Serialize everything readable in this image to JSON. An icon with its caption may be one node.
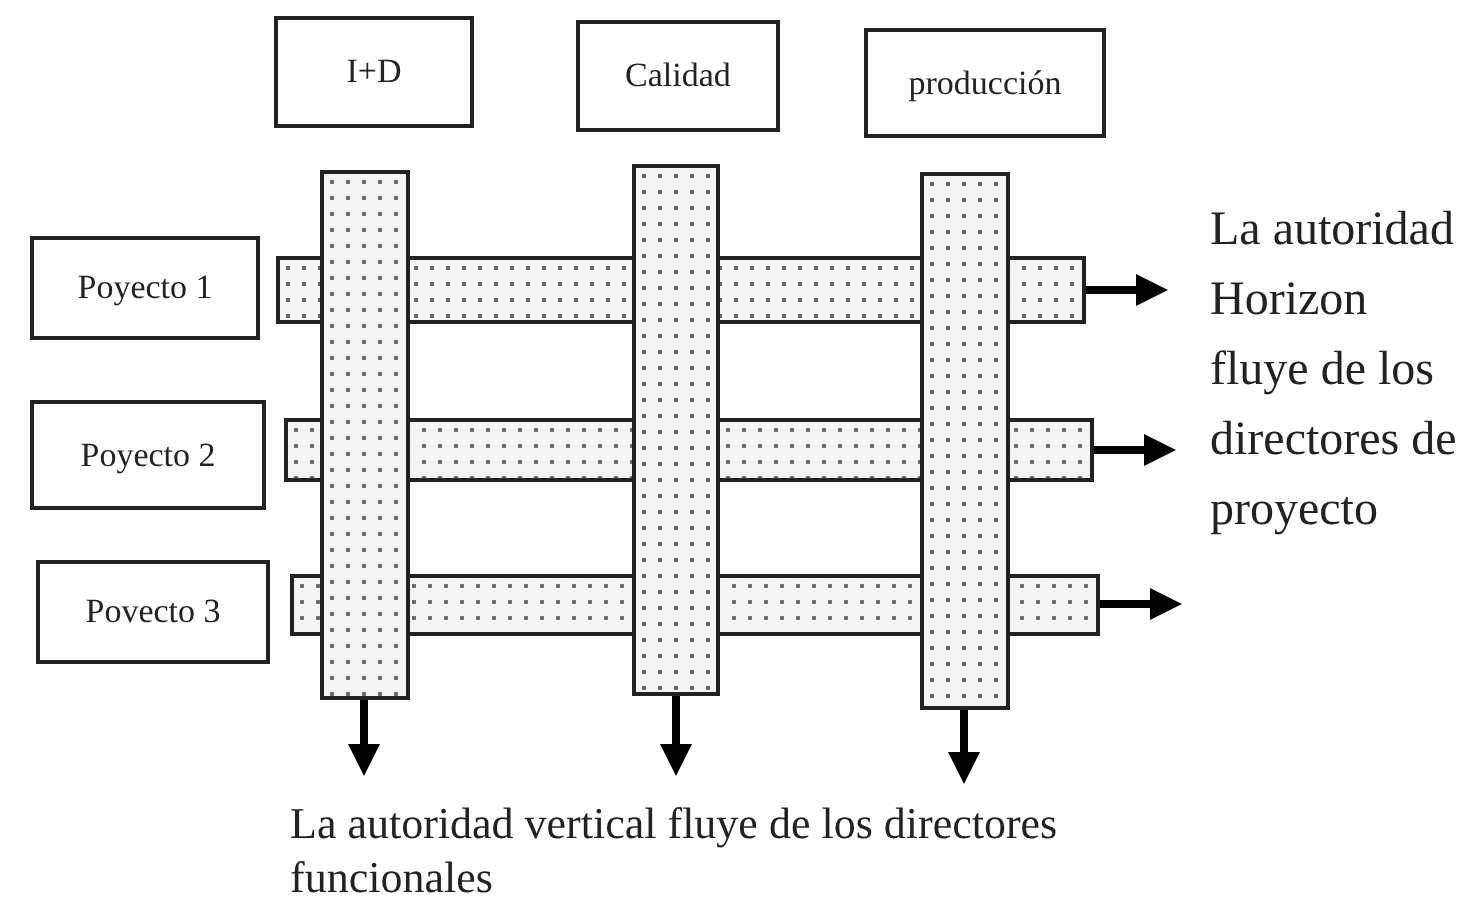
{
  "diagram": {
    "nodes": [
      {
        "text": [
          "I+D"
        ]
      },
      {
        "text": [
          "Calidad"
        ]
      },
      {
        "text": [
          "producción"
        ]
      },
      {
        "text": [
          "Poyecto 1"
        ]
      },
      {
        "text": [
          "Poyecto 2"
        ]
      },
      {
        "text": [
          "Povecto 3"
        ]
      },
      {
        "text": [],
        "shape": "bar"
      },
      {
        "text": [],
        "shape": "bar"
      },
      {
        "text": [],
        "shape": "bar"
      },
      {
        "text": [],
        "shape": "bar"
      },
      {
        "text": [],
        "shape": "bar"
      },
      {
        "text": [],
        "shape": "bar"
      }
    ],
    "edges": [
      {
        "from": 9,
        "to": null,
        "arrow": "to"
      },
      {
        "from": 10,
        "to": null,
        "arrow": "to"
      },
      {
        "from": 11,
        "to": null,
        "arrow": "to"
      },
      {
        "from": 6,
        "to": null,
        "arrow": "to"
      },
      {
        "from": 7,
        "to": null,
        "arrow": "to"
      },
      {
        "from": 8,
        "to": null,
        "arrow": "to"
      }
    ],
    "labels": [
      "La autoridad Horizon fluye de los directores de proyecto",
      "La autoridad vertical fluye de los directores funcionales"
    ]
  }
}
